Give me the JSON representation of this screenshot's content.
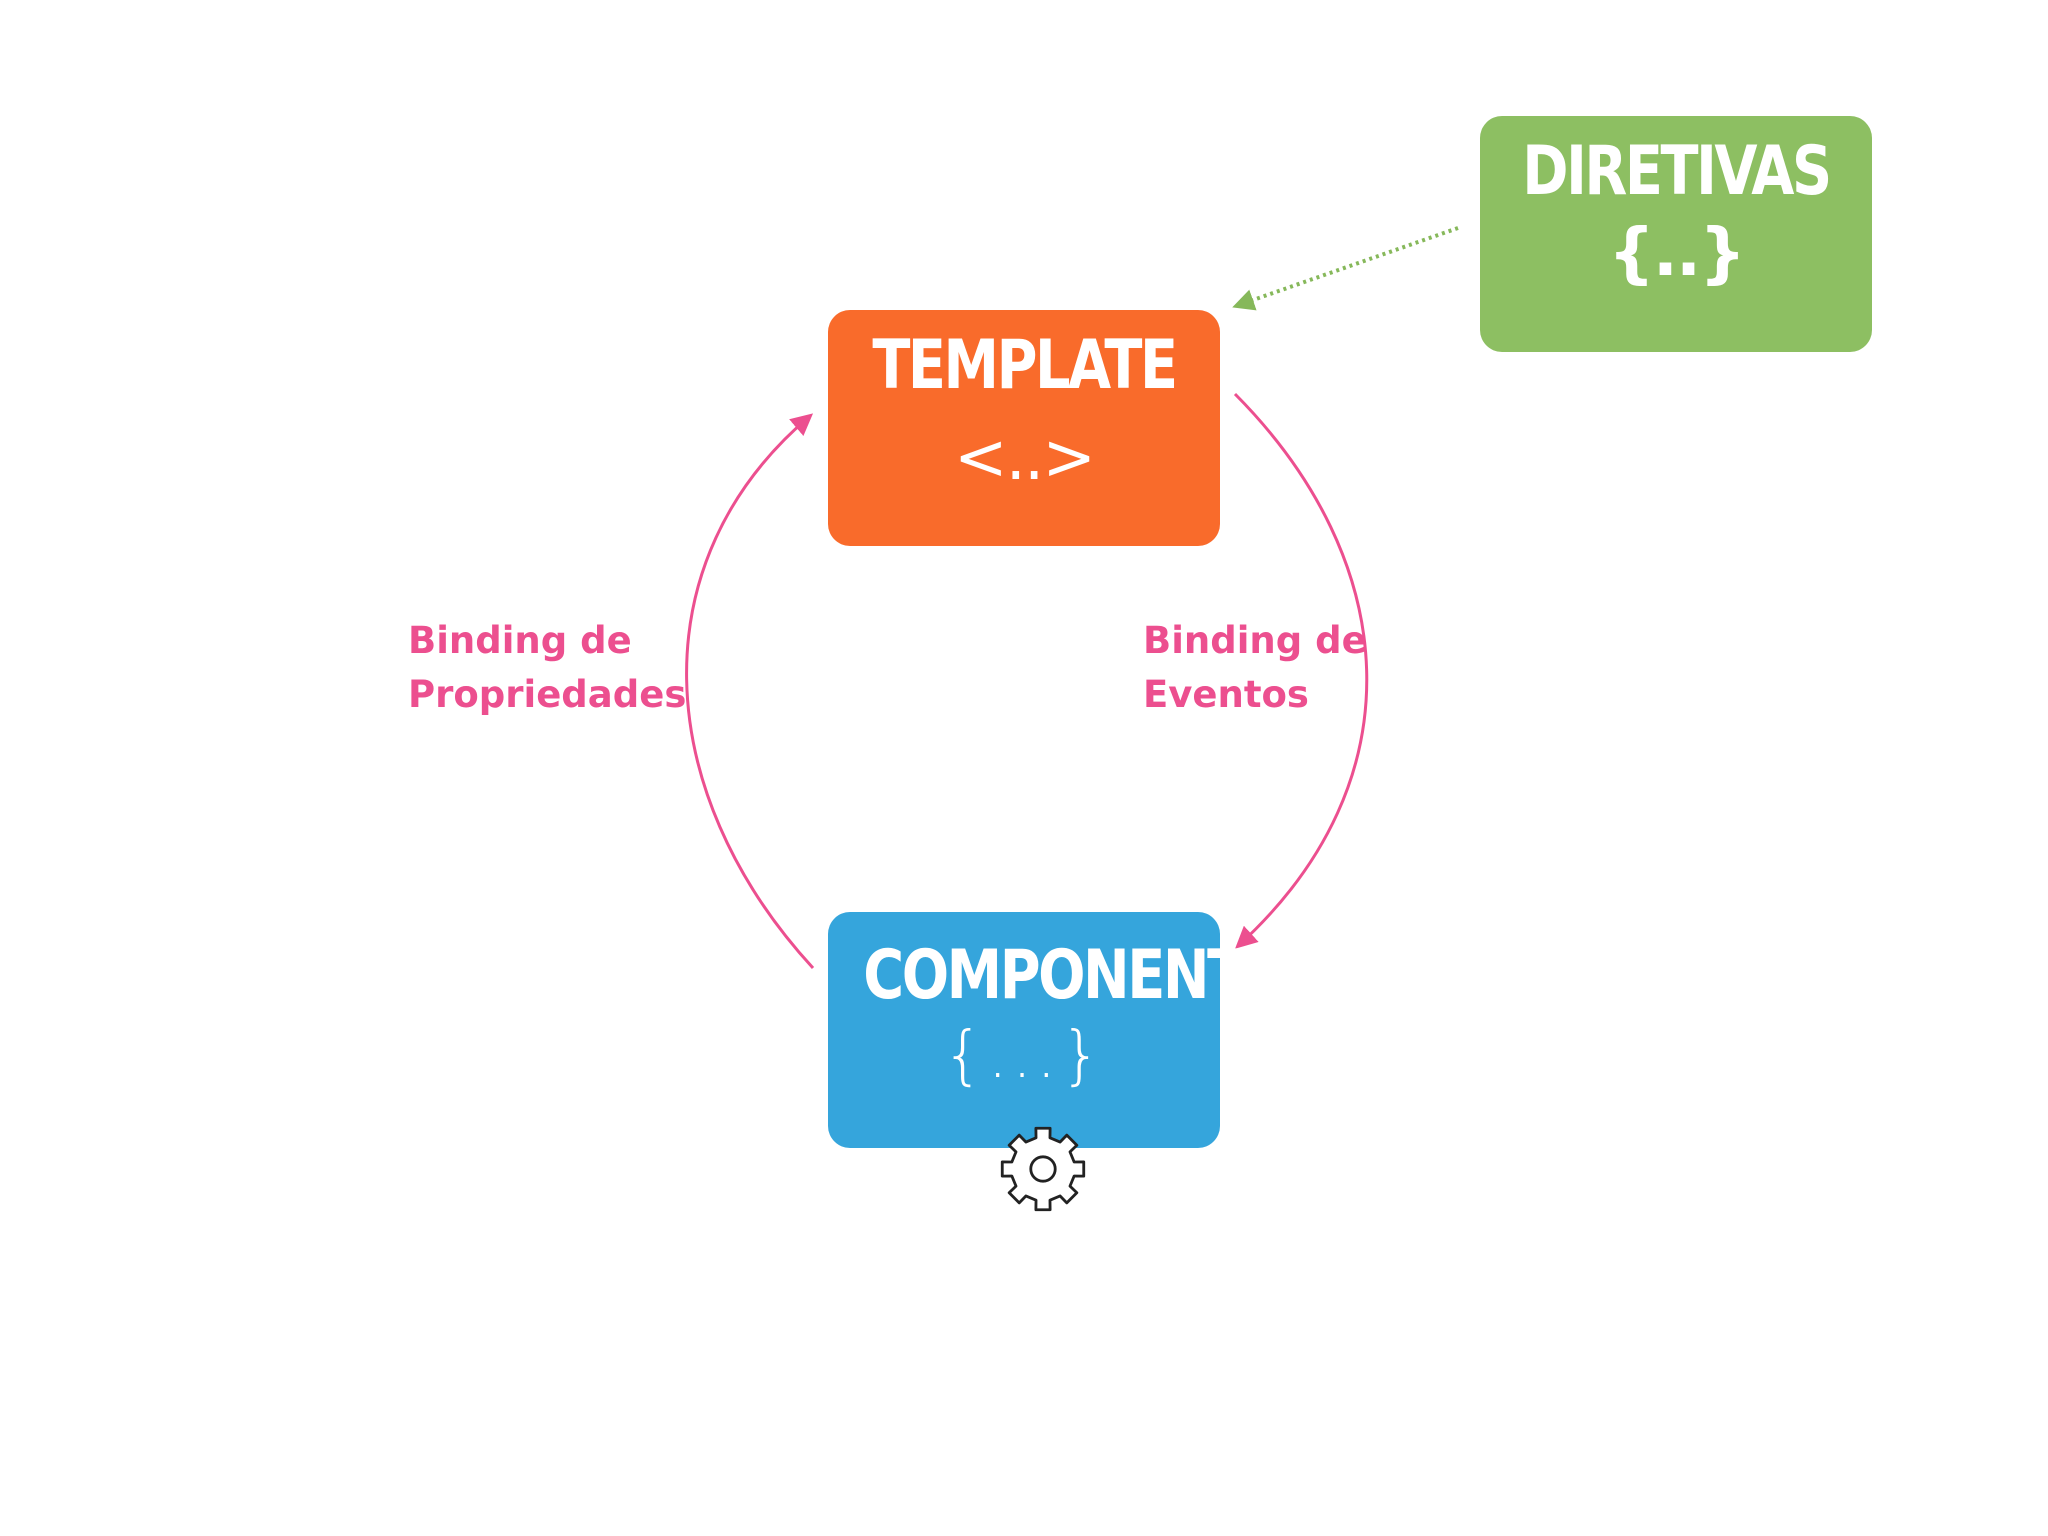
{
  "colors": {
    "template": "#f96b2b",
    "componente": "#35a5dc",
    "diretivas": "#8dbf62",
    "binding": "#ec4f8f",
    "directive_arrow": "#86b85a",
    "gear": "#222222"
  },
  "template_box": {
    "title": "TEMPLATE",
    "symbol": "<..>"
  },
  "componente_box": {
    "title": "COMPONENTE",
    "symbol": "{...}"
  },
  "diretivas_box": {
    "title": "DIRETIVAS",
    "symbol": "{..}"
  },
  "binding_propriedades": {
    "line1": "Binding de",
    "line2": "Propriedades"
  },
  "binding_eventos": {
    "line1": "Binding de",
    "line2": "Eventos"
  },
  "icons": {
    "gear": "gear-icon"
  }
}
